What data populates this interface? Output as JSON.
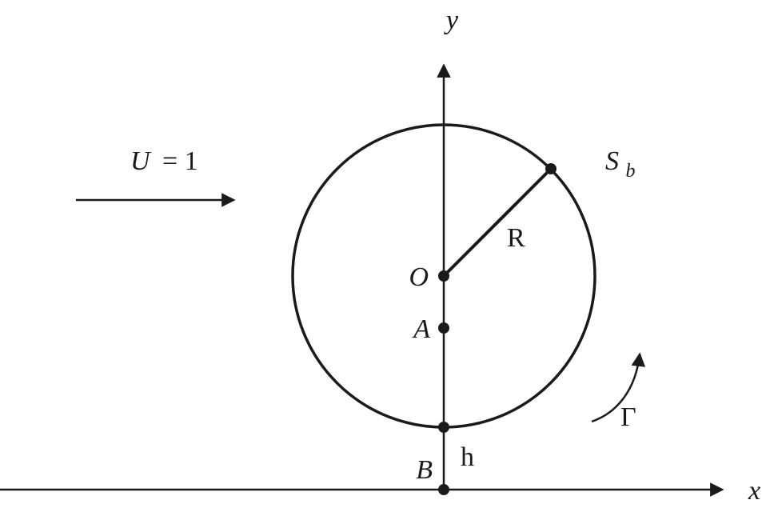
{
  "figure": {
    "background": "#ffffff",
    "ink": "#1a1a1a",
    "labels": {
      "y_axis": "y",
      "x_axis": "x",
      "flow_var": "U",
      "flow_eq": "= 1",
      "center": "O",
      "point_a": "A",
      "point_b": "B",
      "gap": "h",
      "radius": "R",
      "body_point_main": "S",
      "body_point_sub": "b",
      "circulation": "Γ"
    }
  }
}
